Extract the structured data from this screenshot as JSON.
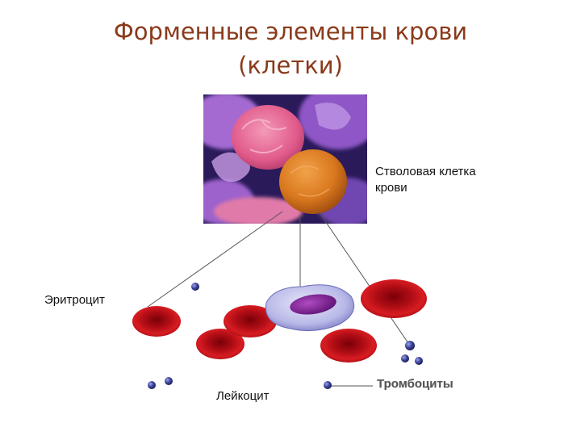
{
  "title": {
    "line1": "Форменные элементы крови",
    "line2": "(клетки)"
  },
  "labels": {
    "stem_cell": "Стволовая клетка\nкрови",
    "erythrocyte": "Эритроцит",
    "leukocyte": "Лейкоцит",
    "platelets": "Тромбоциты"
  },
  "colors": {
    "title": "#8a3a1a",
    "red_cell": "#c8141c",
    "leukocyte_body": "#b8b8e8",
    "leukocyte_nucleus": "#7a1f8f",
    "platelet": "#2a2f7a",
    "stem_cell": "#d9781e",
    "photo_background": "#2a1a5a"
  },
  "icons": {
    "stem_cell_photo": "micrograph-stem-cell",
    "erythrocyte": "red-blood-cell-icon",
    "leukocyte": "white-blood-cell-icon",
    "platelet": "platelet-icon"
  }
}
